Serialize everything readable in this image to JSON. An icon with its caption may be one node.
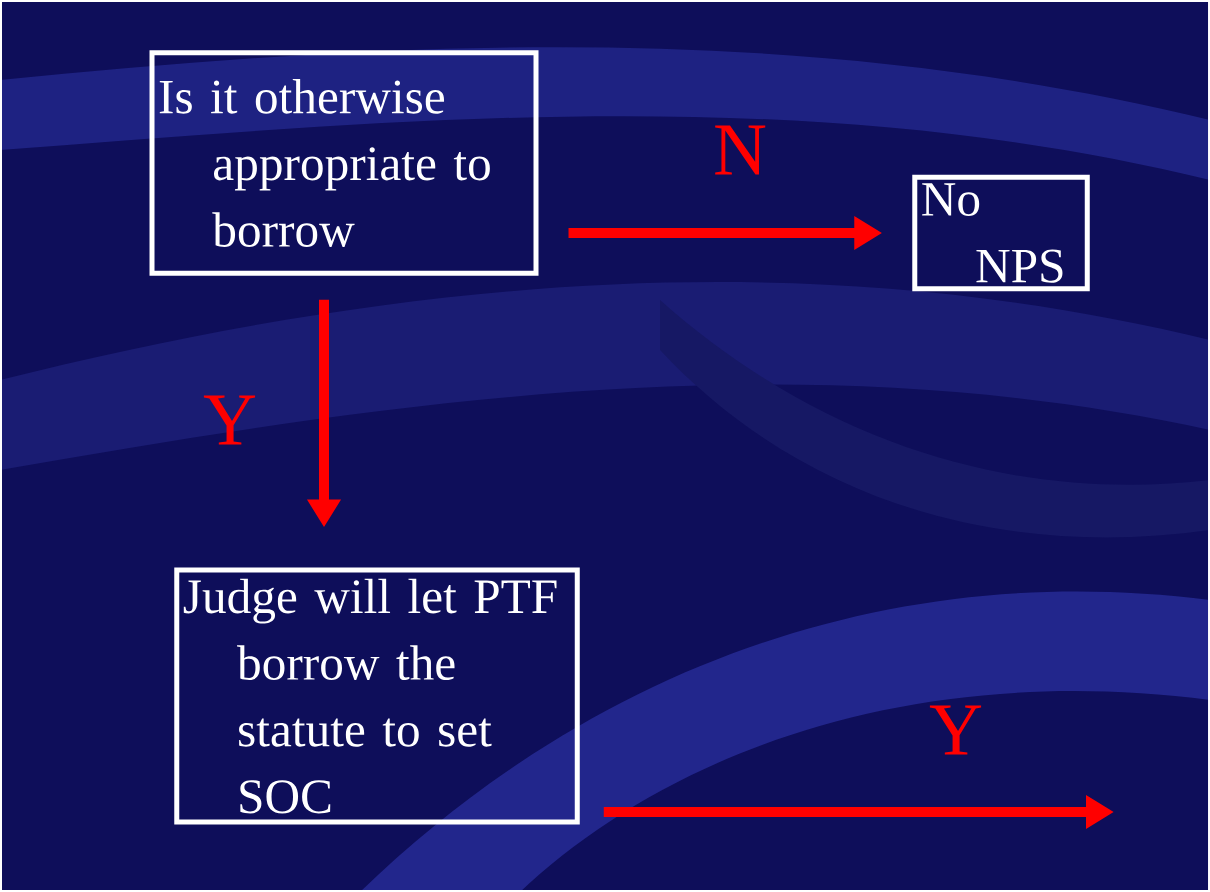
{
  "diagram": {
    "nodes": [
      {
        "text": [
          "Is it otherwise appropriate to borrow"
        ]
      },
      {
        "text": [
          "No NPS"
        ]
      },
      {
        "text": [
          "Judge will let PTF borrow the statute to set SOC"
        ]
      }
    ],
    "edges": [
      {
        "from": 0,
        "to": 1,
        "arrow": "to",
        "label": "N"
      },
      {
        "from": 0,
        "to": 2,
        "arrow": "to",
        "label": "Y"
      },
      {
        "from": 2,
        "to": null,
        "arrow": "to",
        "label": "Y"
      }
    ]
  }
}
